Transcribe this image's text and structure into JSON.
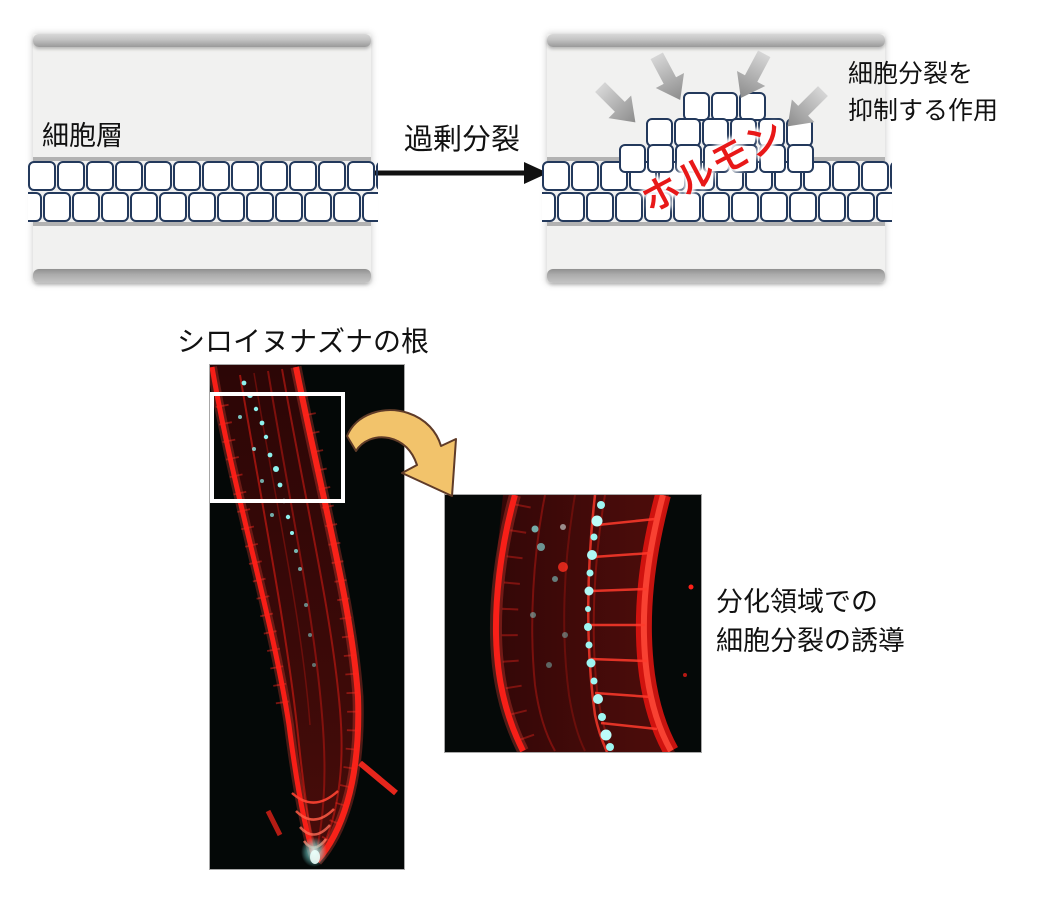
{
  "panels": {
    "left": {
      "label": "細胞層"
    },
    "transition_label": "過剰分裂",
    "right": {
      "hormone_label": "ホルモン",
      "caption": [
        "細胞分裂を",
        "抑制する作用"
      ]
    }
  },
  "micrograph": {
    "label": "シロイヌナズナの根",
    "caption": [
      "分化領域での",
      "細胞分裂の誘導"
    ]
  },
  "diagram": {
    "left_rows": [
      13,
      13
    ],
    "right_base_rows": [
      13,
      13
    ],
    "mound_rows": [
      3,
      6,
      7
    ]
  },
  "colors": {
    "cell_border_navy": "#23395c",
    "hormone_red": "#e81818",
    "suppress_arrow_gray": "#9a9a9a",
    "bar_gray": "#b2b2b2",
    "zoom_arrow_gold": "#f2c36b",
    "stain_red": "#ff2018",
    "nuclei_cyan": "#8ef2ee"
  }
}
